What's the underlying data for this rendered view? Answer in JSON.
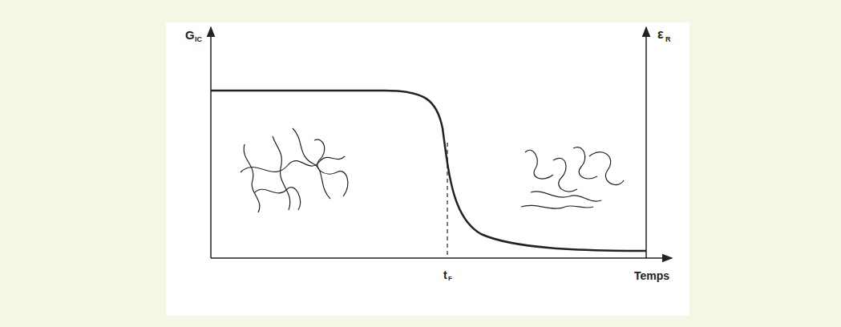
{
  "diagram": {
    "labels": [
      "G",
      "IC",
      "ε",
      "R",
      "t",
      "F",
      "Temps"
    ]
  }
}
